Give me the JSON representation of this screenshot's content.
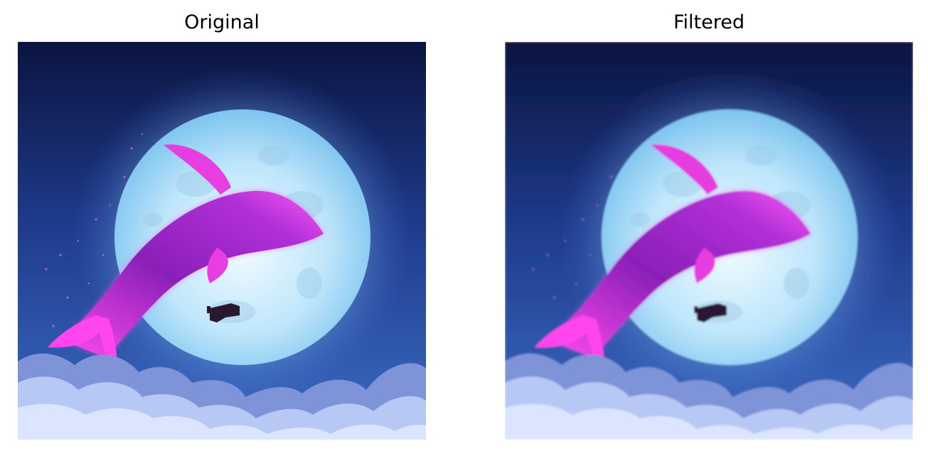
{
  "figure": {
    "panels": [
      {
        "title": "Original",
        "scene": "night-sky-whale-moon",
        "filtered": false
      },
      {
        "title": "Filtered",
        "scene": "night-sky-whale-moon",
        "filtered": true
      }
    ]
  },
  "colors": {
    "sky_top": "#0b1440",
    "sky_mid": "#1e3a8a",
    "sky_bottom": "#3b6cc4",
    "moon_center": "#f0fbff",
    "moon_mid": "#bfe6fb",
    "moon_edge": "#7dc4ef",
    "whale_core": "#8a1fb8",
    "whale_glow": "#ff4bf0",
    "whale_dark": "#4b1070",
    "cloud_light": "#d9e4ff",
    "cloud_shadow": "#7f93d8",
    "piano": "#2a1830"
  }
}
